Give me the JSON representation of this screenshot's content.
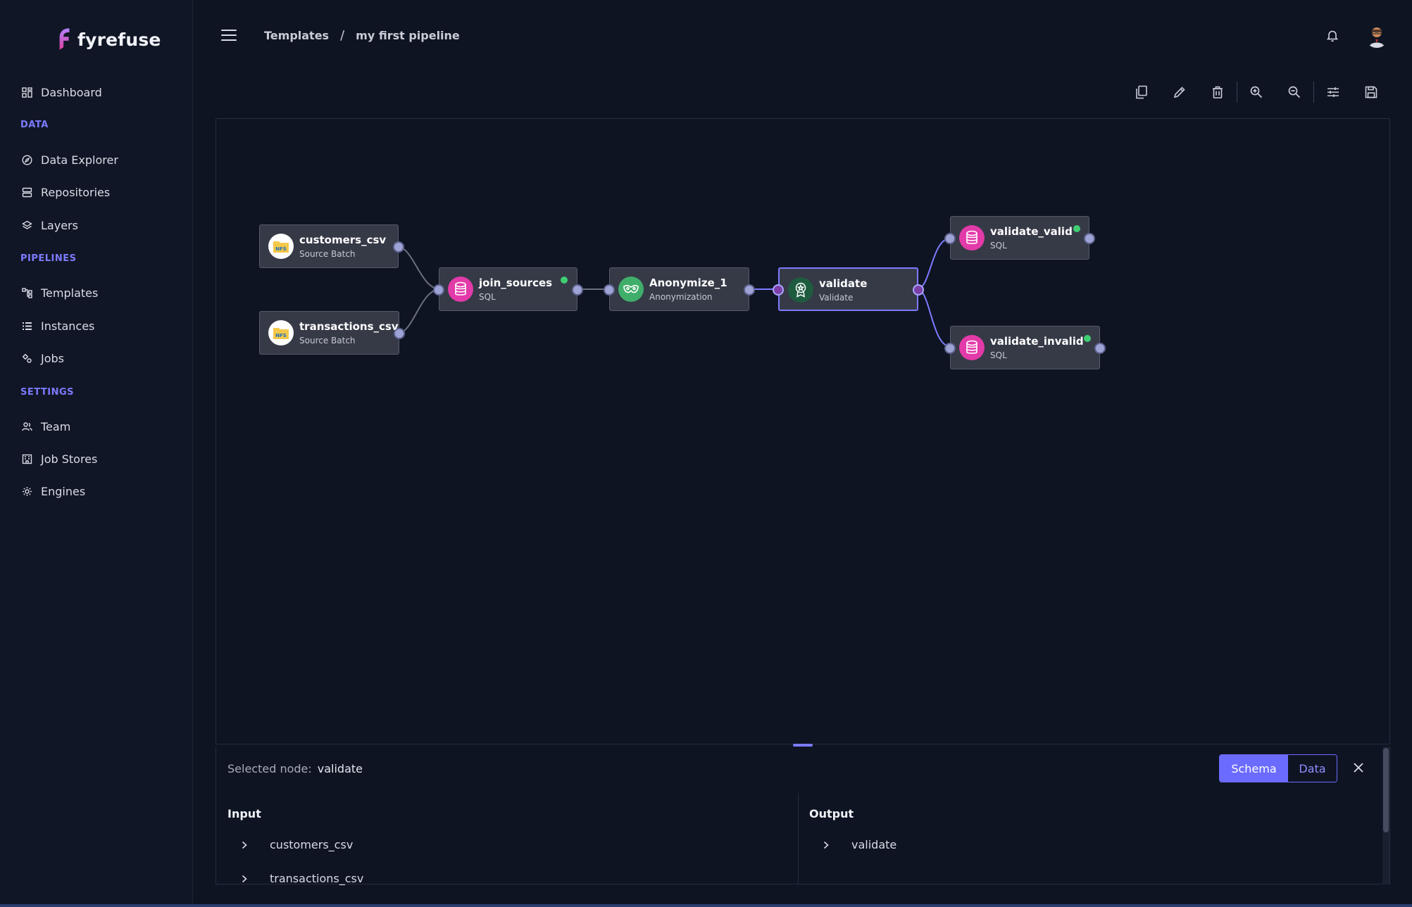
{
  "app": {
    "name": "fyrefuse",
    "colors": {
      "accent": "#7c7bff",
      "background": "#0f1423",
      "node_bg": "#363a47",
      "status_ok": "#3fcf72"
    }
  },
  "sidebar": {
    "dashboard": {
      "label": "Dashboard",
      "icon": "grid-icon"
    },
    "sections": {
      "data": "DATA",
      "pipelines": "PIPELINES",
      "settings": "SETTINGS"
    },
    "data_items": [
      {
        "label": "Data Explorer",
        "icon": "compass-icon"
      },
      {
        "label": "Repositories",
        "icon": "server-icon"
      },
      {
        "label": "Layers",
        "icon": "layers-icon"
      }
    ],
    "pipeline_items": [
      {
        "label": "Templates",
        "icon": "flow-icon"
      },
      {
        "label": "Instances",
        "icon": "list-icon"
      },
      {
        "label": "Jobs",
        "icon": "gears-icon"
      }
    ],
    "settings_items": [
      {
        "label": "Team",
        "icon": "users-icon"
      },
      {
        "label": "Job Stores",
        "icon": "building-icon"
      },
      {
        "label": "Engines",
        "icon": "cog-icon"
      }
    ]
  },
  "header": {
    "breadcrumb": [
      "Templates",
      "my first pipeline"
    ],
    "separator": "/"
  },
  "toolbar": {
    "buttons": [
      "copy-icon",
      "pencil-icon",
      "trash-icon",
      "zoom-in-icon",
      "zoom-out-icon",
      "sliders-icon",
      "save-icon"
    ]
  },
  "pipeline": {
    "nodes": [
      {
        "id": "customers_csv",
        "title": "customers_csv",
        "subtitle": "Source Batch",
        "icon": "nfs-folder-icon"
      },
      {
        "id": "transactions_csv",
        "title": "transactions_csv",
        "subtitle": "Source Batch",
        "icon": "nfs-folder-icon"
      },
      {
        "id": "join_sources",
        "title": "join_sources",
        "subtitle": "SQL",
        "icon": "database-icon"
      },
      {
        "id": "Anonymize_1",
        "title": "Anonymize_1",
        "subtitle": "Anonymization",
        "icon": "mask-icon"
      },
      {
        "id": "validate",
        "title": "validate",
        "subtitle": "Validate",
        "icon": "badge-icon"
      },
      {
        "id": "validate_valid",
        "title": "validate_valid",
        "subtitle": "SQL",
        "icon": "database-icon"
      },
      {
        "id": "validate_invalid",
        "title": "validate_invalid",
        "subtitle": "SQL",
        "icon": "database-icon"
      }
    ]
  },
  "panel": {
    "selected_label": "Selected node:",
    "selected_value": "validate",
    "tabs": {
      "schema": "Schema",
      "data": "Data",
      "active": "Schema"
    },
    "input_heading": "Input",
    "output_heading": "Output",
    "inputs": [
      "customers_csv",
      "transactions_csv"
    ],
    "outputs": [
      "validate"
    ]
  }
}
